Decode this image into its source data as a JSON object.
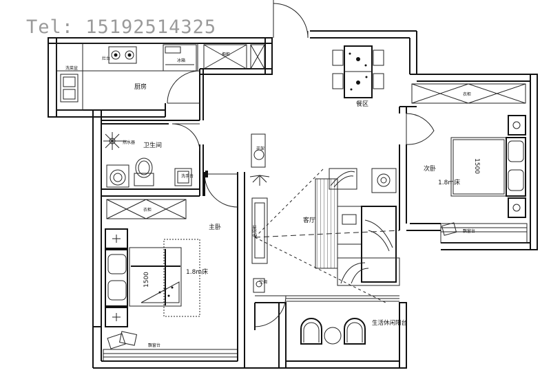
{
  "contact": {
    "phone": "Tel: 15192514325"
  },
  "rooms": {
    "kitchen": "厨房",
    "bathroom": "卫生间",
    "dining": "餐区",
    "second_bedroom": "次卧",
    "living_room": "客厅",
    "master_bedroom": "主卧",
    "leisure_balcony": "生活休闲阳台"
  },
  "furniture": {
    "sink": "洗菜盆",
    "stove": "灶台",
    "fridge": "冰箱",
    "cabinet_top": "橱柜",
    "water_heater": "热水器",
    "washbasin": "洗手台",
    "wardrobe_master": "衣柜",
    "wardrobe_second": "衣柜",
    "bed_master": "1.8m床",
    "bed_second": "1.8m床",
    "bed_dim_master": "1500",
    "bed_dim_second": "1500",
    "tv_cabinet": "电视柜",
    "plant_stand": "花架",
    "air_con": "空调",
    "bay_window_master": "飘窗台",
    "bay_window_second": "飘窗台"
  },
  "colors": {
    "line": "#111111",
    "phone_text": "#9a9a9a",
    "background": "#ffffff"
  }
}
